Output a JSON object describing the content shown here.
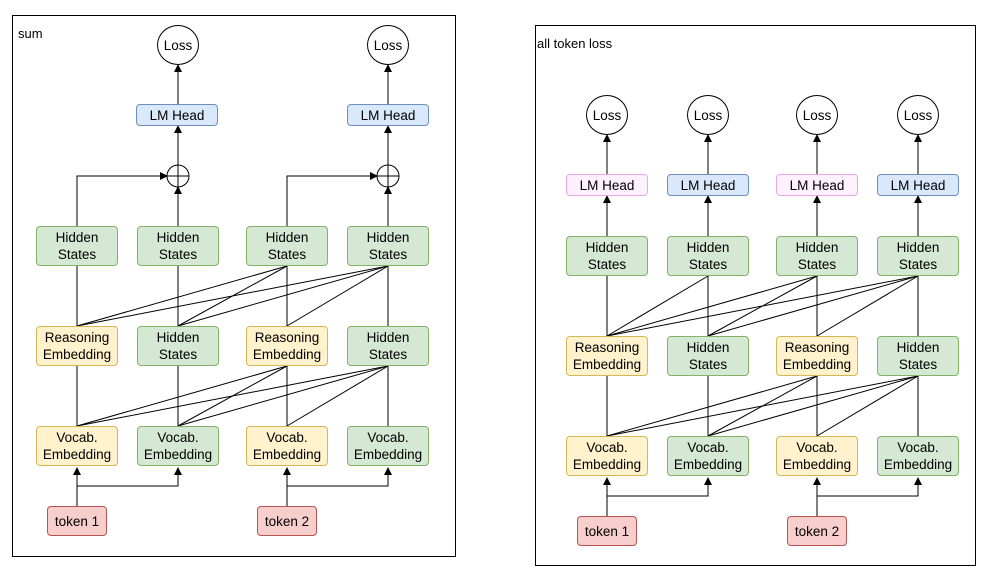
{
  "left_panel": {
    "title": "sum",
    "loss_labels": [
      "Loss",
      "Loss"
    ],
    "lm_head_labels": [
      "LM Head",
      "LM Head"
    ],
    "top_row": [
      "Hidden\nStates",
      "Hidden\nStates",
      "Hidden\nStates",
      "Hidden\nStates"
    ],
    "middle_row": [
      "Reasoning\nEmbedding",
      "Hidden\nStates",
      "Reasoning\nEmbedding",
      "Hidden\nStates"
    ],
    "bottom_row": [
      "Vocab.\nEmbedding",
      "Vocab.\nEmbedding",
      "Vocab.\nEmbedding",
      "Vocab.\nEmbedding"
    ],
    "tokens": [
      "token 1",
      "token 2"
    ]
  },
  "right_panel": {
    "title": "all token loss",
    "loss_labels": [
      "Loss",
      "Loss",
      "Loss",
      "Loss"
    ],
    "lm_head_labels": [
      "LM Head",
      "LM Head",
      "LM Head",
      "LM Head"
    ],
    "top_row": [
      "Hidden\nStates",
      "Hidden\nStates",
      "Hidden\nStates",
      "Hidden\nStates"
    ],
    "middle_row": [
      "Reasoning\nEmbedding",
      "Hidden\nStates",
      "Reasoning\nEmbedding",
      "Hidden\nStates"
    ],
    "bottom_row": [
      "Vocab.\nEmbedding",
      "Vocab.\nEmbedding",
      "Vocab.\nEmbedding",
      "Vocab.\nEmbedding"
    ],
    "tokens": [
      "token 1",
      "token 2"
    ]
  },
  "colors": {
    "hidden_states": "#d5e8d4",
    "reasoning_embedding": "#fff2cc",
    "token": "#f8cecc",
    "lm_head": "#dae8fc",
    "lm_head_unused": "#fff0ff"
  }
}
